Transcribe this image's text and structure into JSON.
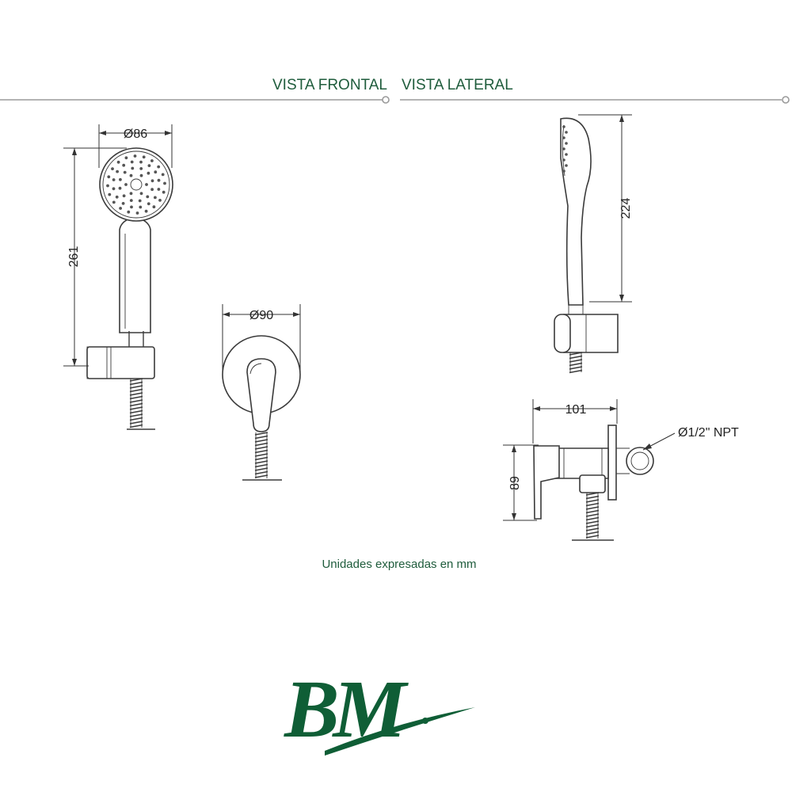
{
  "headers": {
    "front_view": "VISTA FRONTAL",
    "side_view": "VISTA LATERAL"
  },
  "dimensions": {
    "shower_head_diameter": "Ø86",
    "shower_height": "261",
    "flange_diameter": "Ø90",
    "side_shower_height": "224",
    "outlet_depth": "101",
    "outlet_height": "89",
    "thread_spec": "Ø1/2\" NPT"
  },
  "note": "Unidades expresadas en mm",
  "logo": {
    "text": "BM",
    "color": "#0f5e36"
  },
  "colors": {
    "accent": "#1f5c3c",
    "line": "#3a3a3a"
  }
}
